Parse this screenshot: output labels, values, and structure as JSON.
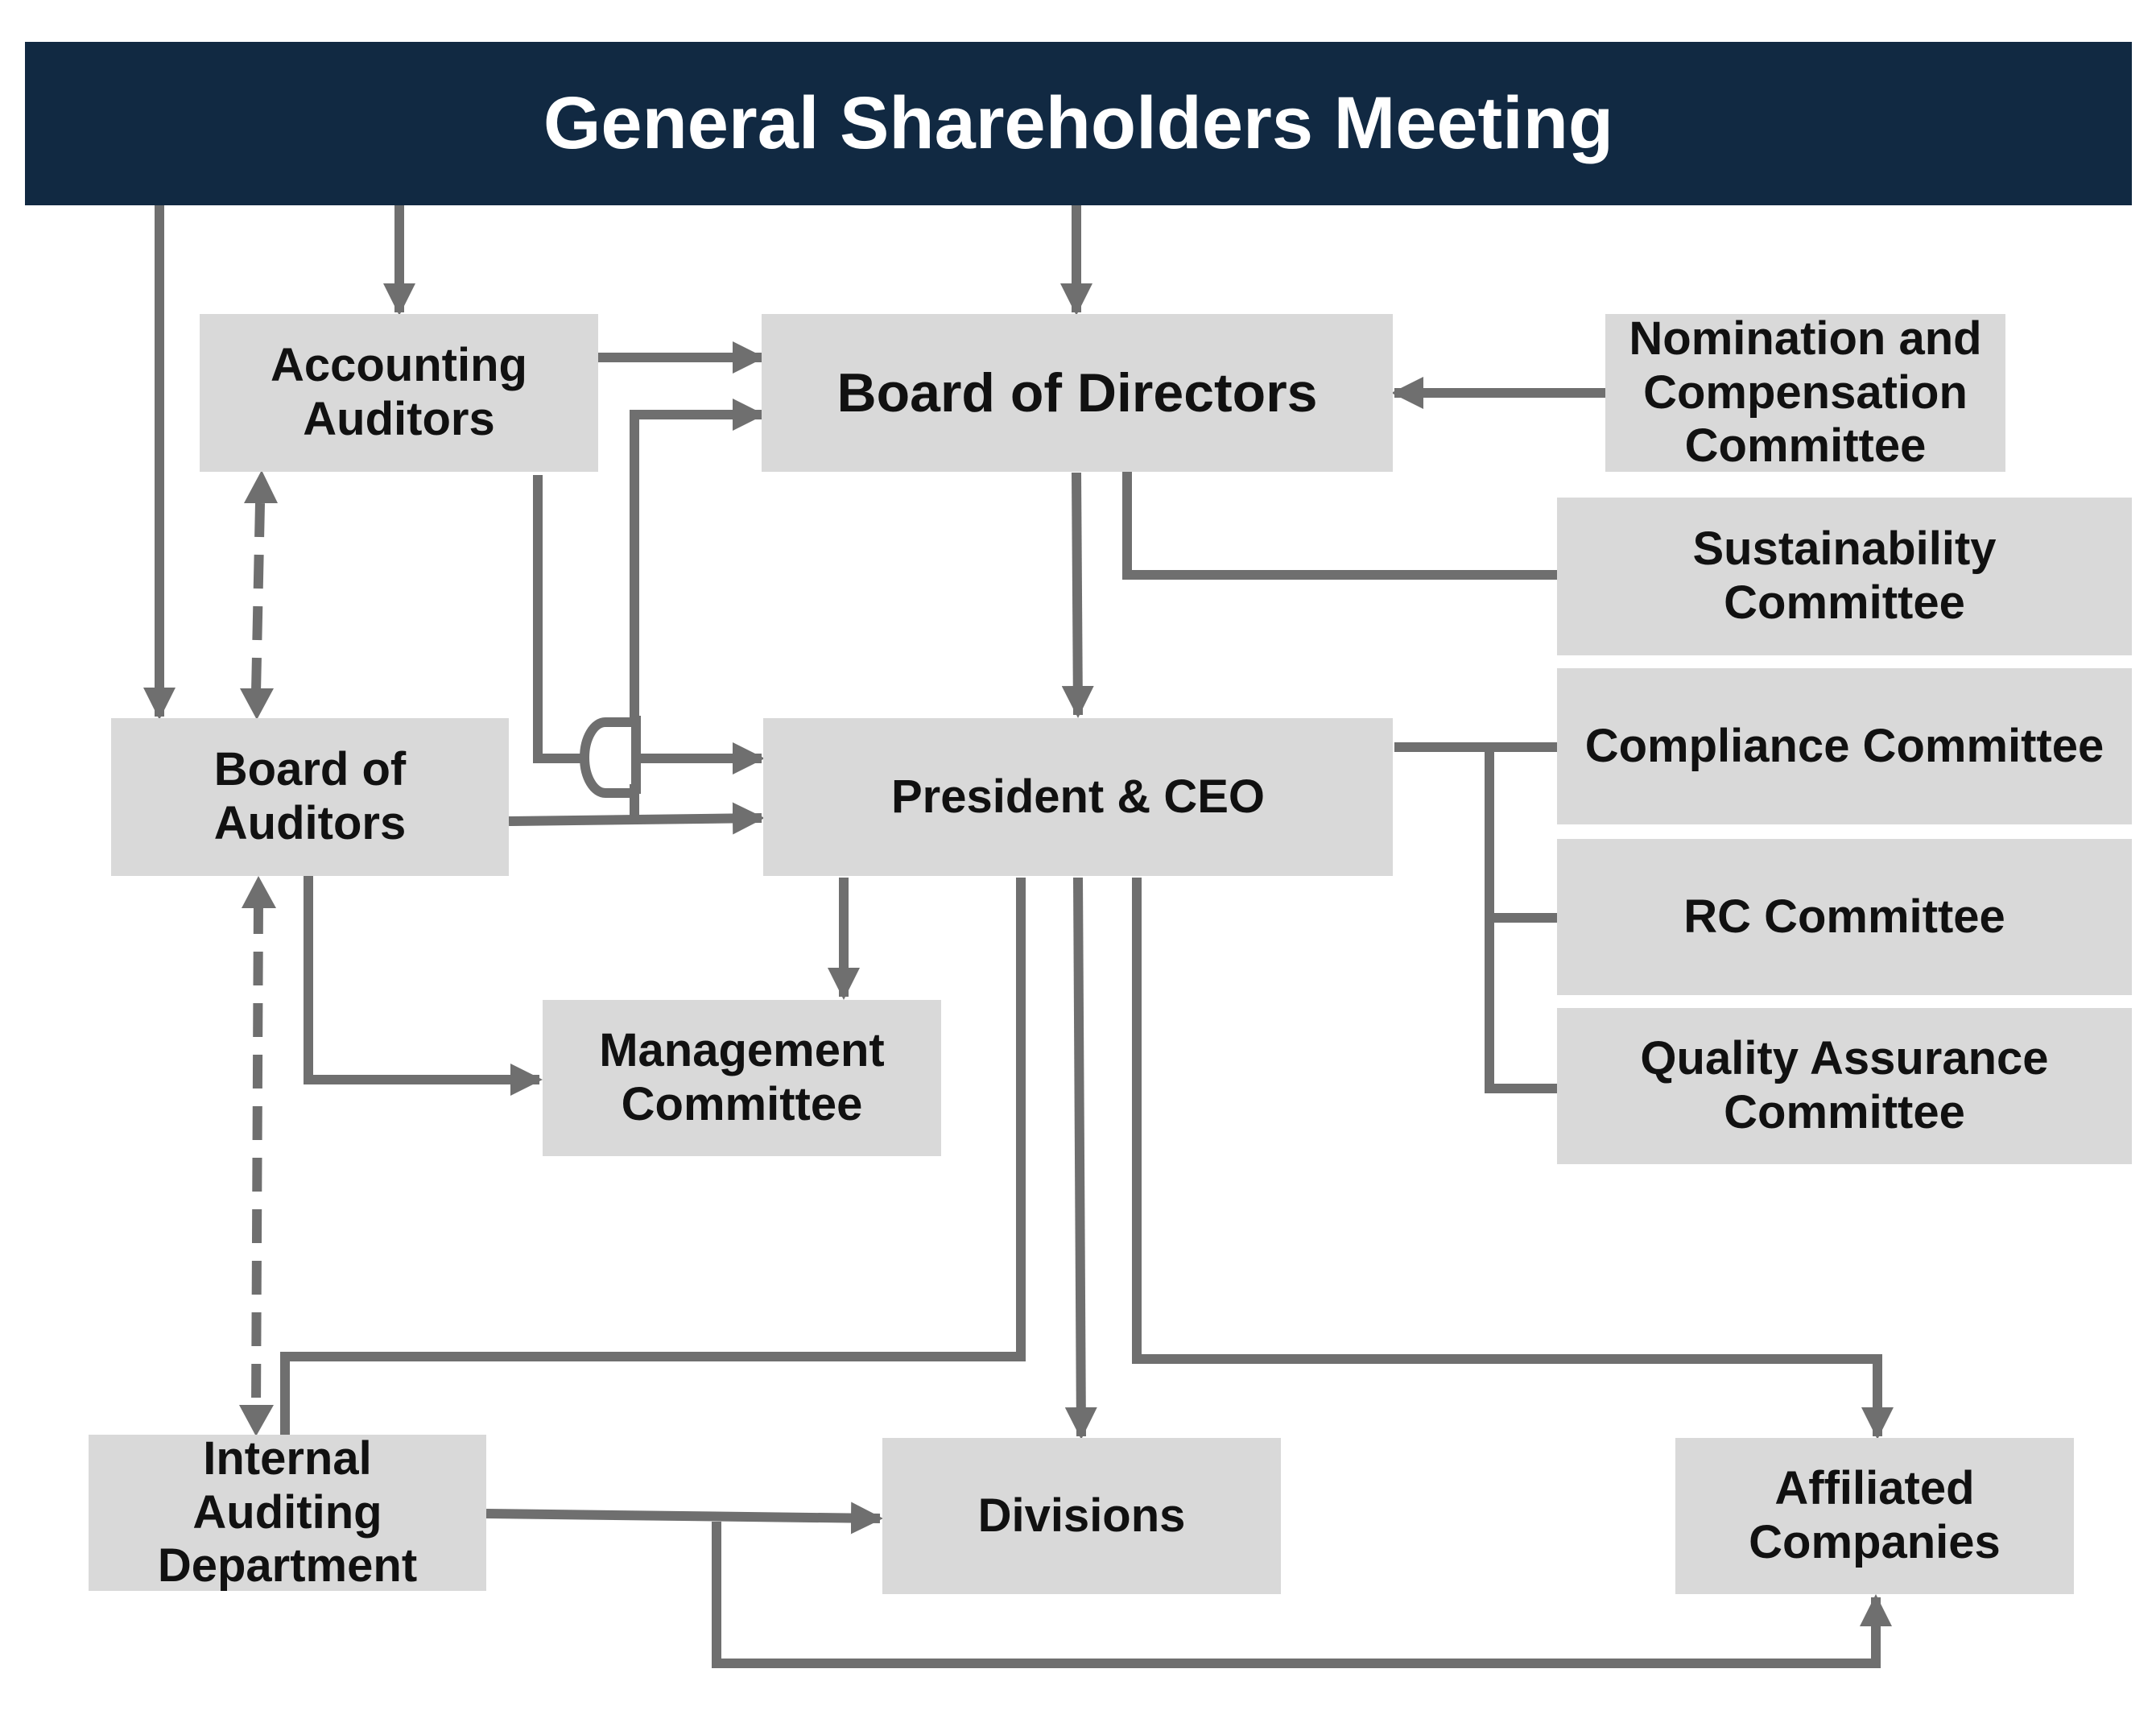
{
  "header": {
    "title": "General Shareholders Meeting"
  },
  "nodes": {
    "accounting_auditors": "Accounting\nAuditors",
    "board_of_directors": "Board of Directors",
    "nomination": "Nomination and\nCompensation\nCommittee",
    "sustainability": "Sustainability\nCommittee",
    "board_of_auditors": "Board of\nAuditors",
    "president": "President & CEO",
    "compliance": "Compliance Committee",
    "rc": "RC Committee",
    "management": "Management\nCommittee",
    "quality": "Quality Assurance\nCommittee",
    "internal_auditing": "Internal\nAuditing\nDepartment",
    "divisions": "Divisions",
    "affiliated": "Affiliated\nCompanies"
  },
  "colors": {
    "header_bg": "#112942",
    "box_bg": "#d9d9d9",
    "connector": "#6f6f6f"
  }
}
